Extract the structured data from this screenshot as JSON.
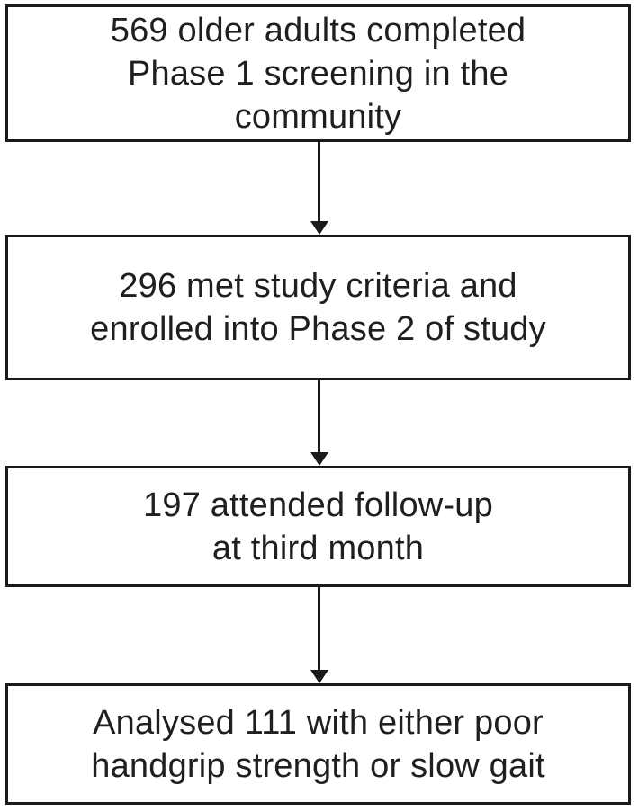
{
  "diagram": {
    "type": "flowchart",
    "direction": "top-to-bottom",
    "boxes": [
      {
        "id": "phase1-screening",
        "text": "569 older adults completed Phase 1 screening in the community",
        "lines": [
          "569 older adults completed",
          "Phase 1 screening in the",
          "community"
        ],
        "count": 569
      },
      {
        "id": "phase2-enrollment",
        "text": "296 met study criteria and enrolled into Phase 2 of study",
        "lines": [
          "296 met study criteria and",
          "enrolled into Phase 2 of study"
        ],
        "count": 296
      },
      {
        "id": "followup-third-month",
        "text": "197 attended follow-up at third month",
        "lines": [
          "197 attended follow-up",
          "at third month"
        ],
        "count": 197
      },
      {
        "id": "analysed-sample",
        "text": "Analysed 111 with either poor handgrip strength or slow gait",
        "lines": [
          "Analysed 111 with either poor",
          "handgrip strength or slow gait"
        ],
        "count": 111
      }
    ],
    "connectors": [
      {
        "from": "phase1-screening",
        "to": "phase2-enrollment",
        "style": "down-arrow"
      },
      {
        "from": "phase2-enrollment",
        "to": "followup-third-month",
        "style": "down-arrow"
      },
      {
        "from": "followup-third-month",
        "to": "analysed-sample",
        "style": "down-arrow"
      }
    ],
    "colors": {
      "background": "#ffffff",
      "box_border": "#1a1a1a",
      "text": "#1f1f1f",
      "arrow": "#1a1a1a"
    }
  }
}
